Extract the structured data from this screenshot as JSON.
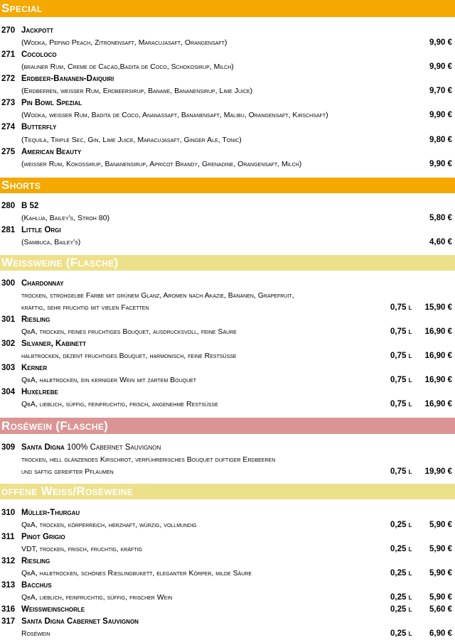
{
  "special": {
    "title": "Special",
    "items": [
      {
        "num": "270",
        "name": "Jackpott",
        "desc": "(Wodka, Pepino Peach, Zitronensaft, Maracujasaft, Orangensaft)",
        "price": "9,90 €"
      },
      {
        "num": "271",
        "name": "Cocoloco",
        "desc": "(brauner Rum, Creme de Cacao,Badita de Coco, Schokosirup, Milch)",
        "price": "9,90 €"
      },
      {
        "num": "272",
        "name": "Erdbeer-Bananen-Daiquiri",
        "desc": "(Erdbeeren, weißer Rum, Erdbeersirup, Banane, Bananensirup, Lime Juice)",
        "price": "9,70 €"
      },
      {
        "num": "273",
        "name": "Pin Bowl Spezial",
        "desc": "(Wodka, weißer Rum, Badita de Coco, Ananassaft, Bananensaft, Malibu, Orangensaft, Kirschsaft)",
        "price": "9,90 €"
      },
      {
        "num": "274",
        "name": "Butterfly",
        "desc": "(Tequila, Triple Sec, Gin, Lime Juice, Maracujasaft, Ginger Ale, Tonic)",
        "price": "9,80 €"
      },
      {
        "num": "275",
        "name": "American Beauty",
        "desc": "(weißer Rum, Kokossirup, Bananensirup, Apricot Brandy, Grenadine, Orangensaft, Milch)",
        "price": "9,90 €"
      }
    ]
  },
  "shorts": {
    "title": "Shorts",
    "items": [
      {
        "num": "280",
        "name": "B 52",
        "desc": "(Kahlúa, Bailey's, Stroh 80)",
        "price": "5,80 €"
      },
      {
        "num": "281",
        "name": "Little Orgi",
        "desc": "(Sambuca, Bailey's)",
        "price": "4,60 €"
      }
    ]
  },
  "weissweine": {
    "title": "Weissweine (Flasche)",
    "items": [
      {
        "num": "300",
        "name": "Chardonnay",
        "desc1": "trocken, strohgelbe Farbe mit grünem Glanz, Aromen nach Akazie, Bananen, Grapefruit,",
        "desc2": "kräftig, sehr fruchtig mit vielen Facetten",
        "volume": "0,75 l",
        "price": "15,90 €"
      },
      {
        "num": "301",
        "name": "Riesling",
        "desc": "QbA, trocken, feines fruchtiges Bouquet, ausdrucksvoll, feine Säure",
        "volume": "0,75 l",
        "price": "16,90 €"
      },
      {
        "num": "302",
        "name": "Silvaner, Kabinett",
        "desc": "halbtrocken, dezent fruchtiges Bouquet, harmonisch, feine Restsüße",
        "volume": "0,75 l",
        "price": "16,90 €"
      },
      {
        "num": "303",
        "name": "Kerner",
        "desc": "QbA, halbtrocken, ein kerniger Wein mit zartem Bouquet",
        "volume": "0,75 l",
        "price": "16,90 €"
      },
      {
        "num": "304",
        "name": "Huxelrebe",
        "desc": "QbA, lieblich, süffig, feinfruchtig, frisch, angenehme Restsüße",
        "volume": "0,75 l",
        "price": "16,90 €"
      }
    ]
  },
  "rosewein": {
    "title": "Roséwein (Flasche)",
    "items": [
      {
        "num": "309",
        "name": "Santa Digna",
        "name_extra": " 100% Cabernet Sauvignon",
        "desc1": "trocken, hell glänzendes Kirschrot, verführerisches Bouquet duftiger Erdbeeren",
        "desc2": "und saftig gereifter Pflaumen",
        "volume": "0,75 l",
        "price": "19,90 €"
      }
    ]
  },
  "offene": {
    "title": "offene Weiss/Roséweine",
    "items": [
      {
        "num": "310",
        "name": "Müller-Thurgau",
        "desc": "QbA, trocken, körperreich, herzhaft, würzig, vollmundig",
        "volume": "0,25 l",
        "price": "5,90 €"
      },
      {
        "num": "311",
        "name": "Pinot Grigio",
        "desc": "VDT, trocken, frisch, fruchtig, kräftig",
        "volume": "0,25 l",
        "price": "5,90 €"
      },
      {
        "num": "312",
        "name": "Riesling",
        "desc": "QbA, halbtrocken, schönes Rieslingbukett, eleganter Körper, milde Säure",
        "volume": "0,25 l",
        "price": "5,90 €"
      },
      {
        "num": "313",
        "name": "Bacchus",
        "desc": "QbA, lieblich, feinfruchtig, süffig, frischer Wein",
        "volume": "0,25 l",
        "price": "5,90 €"
      },
      {
        "num": "316",
        "name": "Weissweinschorle",
        "volume": "0,25 l",
        "price": "5,60 €"
      },
      {
        "num": "317",
        "name": "Santa Digna Cabernet Sauvignon",
        "desc": "Roséwein",
        "volume": "0,25 l",
        "price": "6,90 €"
      }
    ]
  },
  "colors": {
    "special_band": "#f5a800",
    "shorts_band": "#f5a800",
    "weissweine_band": "#ede08a",
    "rosewein_band": "#db9494",
    "offene_band": "#ede08a"
  }
}
